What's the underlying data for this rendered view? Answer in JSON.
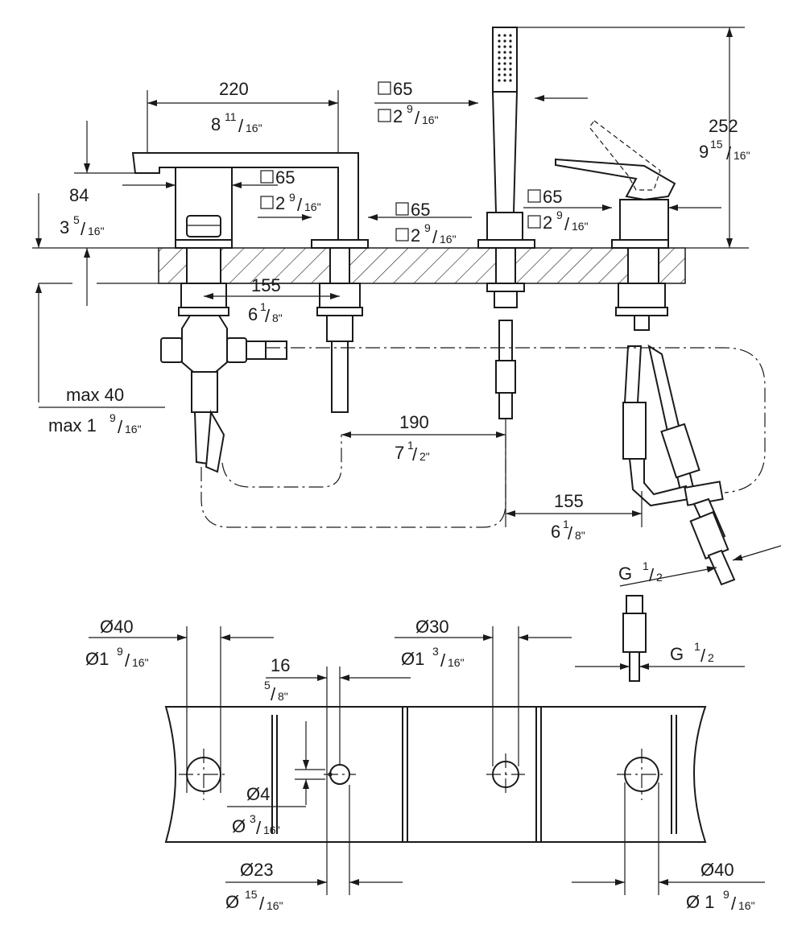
{
  "top_view": {
    "width_mm": "220",
    "width_in_whole": "8",
    "width_in_num": "11",
    "width_in_den": "16\"",
    "spout_sq_mm": "65",
    "spout_sq_in_whole": "2",
    "spout_sq_in_num": "9",
    "spout_sq_in_den": "16\"",
    "handle_sq_mm": "65",
    "handle_sq_in_whole": "2",
    "handle_sq_in_num": "9",
    "handle_sq_in_den": "16\"",
    "cap_sq_mm": "65",
    "cap_sq_in_whole": "2",
    "cap_sq_in_num": "9",
    "cap_sq_in_den": "16\"",
    "lever_sq_mm": "65",
    "lever_sq_in_whole": "2",
    "lever_sq_in_num": "9",
    "lever_sq_in_den": "16\"",
    "height_mm": "84",
    "height_in_whole": "3",
    "height_in_num": "5",
    "height_in_den": "16\"",
    "total_height_mm": "252",
    "total_height_in_whole": "9",
    "total_height_in_num": "15",
    "total_height_in_den": "16\"",
    "spacing1_mm": "155",
    "spacing1_in_whole": "6",
    "spacing1_in_num": "1",
    "spacing1_in_den": "8\"",
    "deck_max_mm": "max 40",
    "deck_max_in_prefix": "max 1",
    "deck_max_in_num": "9",
    "deck_max_in_den": "16\"",
    "spacing2_mm": "190",
    "spacing2_in_whole": "7",
    "spacing2_in_num": "1",
    "spacing2_in_den": "2\"",
    "spacing3_mm": "155",
    "spacing3_in_whole": "6",
    "spacing3_in_num": "1",
    "spacing3_in_den": "8\"",
    "thread_prefix": "G",
    "thread_num": "1",
    "thread_den": "2"
  },
  "bottom_view": {
    "hole1_mm": "Ø40",
    "hole1_in_prefix": "Ø1",
    "hole1_in_num": "9",
    "hole1_in_den": "16\"",
    "offset_mm": "16",
    "offset_in_num": "5",
    "offset_in_den": "8\"",
    "hole2_mm": "Ø30",
    "hole2_in_prefix": "Ø1",
    "hole2_in_num": "3",
    "hole2_in_den": "16\"",
    "thread_prefix": "G",
    "thread_num": "1",
    "thread_den": "2",
    "pin_mm": "Ø4",
    "pin_in_prefix": "Ø",
    "pin_in_num": "3",
    "pin_in_den": "16\"",
    "hole3_mm": "Ø23",
    "hole3_in_prefix": "Ø",
    "hole3_in_num": "15",
    "hole3_in_den": "16\"",
    "hole4_mm": "Ø40",
    "hole4_in_prefix": "Ø 1",
    "hole4_in_num": "9",
    "hole4_in_den": "16\""
  }
}
